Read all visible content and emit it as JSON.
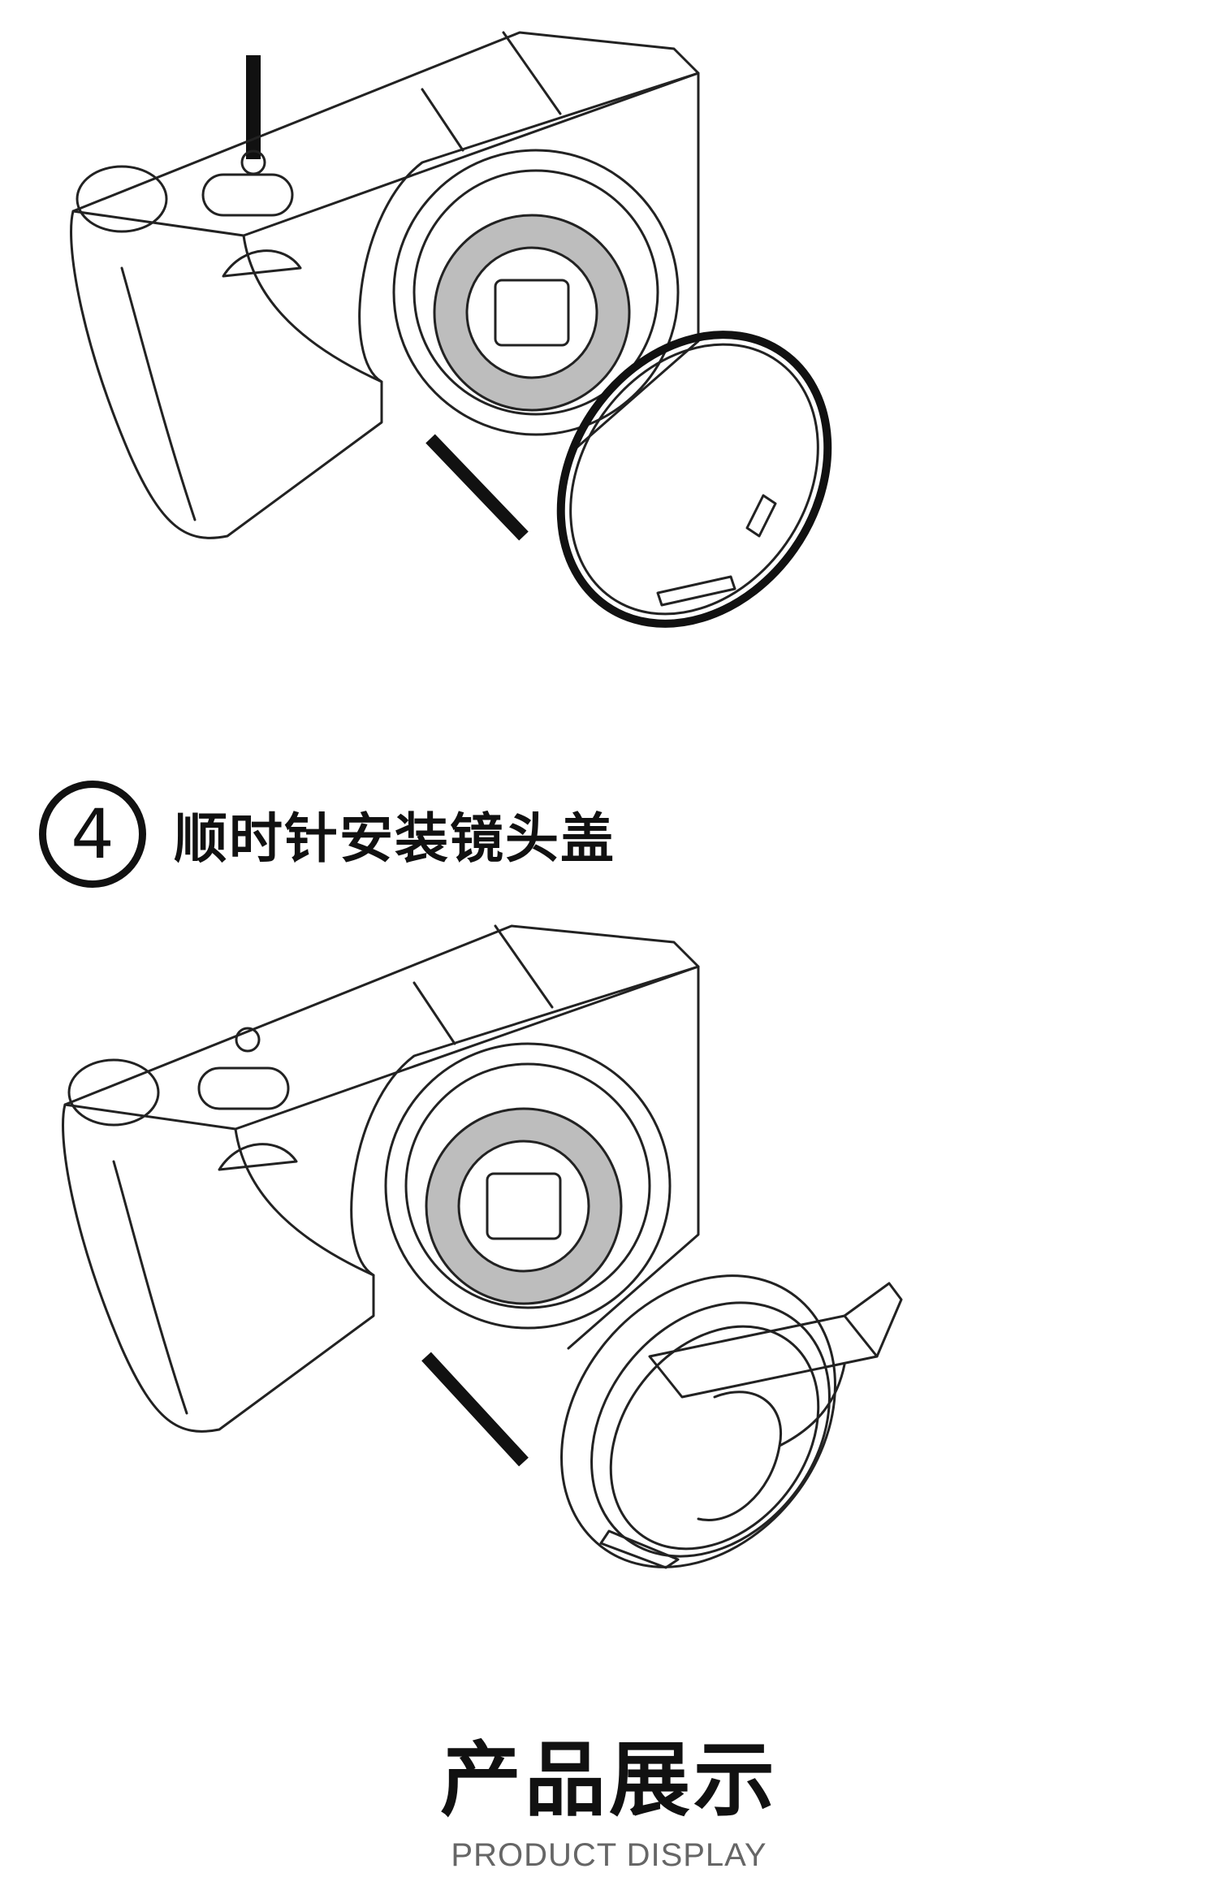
{
  "step4": {
    "number": "4",
    "text": "顺时针安装镜头盖"
  },
  "section": {
    "title": "产品展示",
    "subtitle": "PRODUCT DISPLAY"
  },
  "icons": {
    "top": "camera-with-adapter-ring-illustration",
    "bottom": "camera-with-auto-lens-cap-illustration"
  }
}
